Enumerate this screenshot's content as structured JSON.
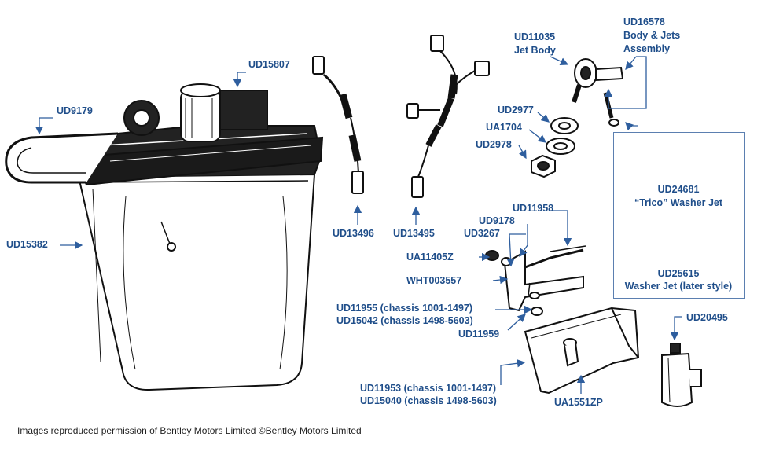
{
  "colors": {
    "label": "#1f4e8a",
    "arrow": "#2e5e9e",
    "ink": "#111111"
  },
  "labels": {
    "ud15807": "UD15807",
    "ud9179": "UD9179",
    "ud15382": "UD15382",
    "ud13496": "UD13496",
    "ud13495": "UD13495",
    "ud11035": "UD11035",
    "jet_body": "Jet Body",
    "ud16578": "UD16578",
    "body_jets": "Body & Jets",
    "assembly": "Assembly",
    "ud2977": "UD2977",
    "ua1704": "UA1704",
    "ud2978": "UD2978",
    "ud24681": "UD24681",
    "trico": "“Trico” Washer Jet",
    "ud25615": "UD25615",
    "washer_later": "Washer Jet (later style)",
    "ud11958": "UD11958",
    "ud9178": "UD9178",
    "ud3267": "UD3267",
    "ua11405z": "UA11405Z",
    "wht003557": "WHT003557",
    "ud11955": "UD11955 (chassis 1001-1497)",
    "ud15042": "UD15042 (chassis 1498-5603)",
    "ud11959": "UD11959",
    "ud20495": "UD20495",
    "ud11953": "UD11953 (chassis 1001-1497)",
    "ud15040": "UD15040 (chassis 1498-5603)",
    "ua1551zp": "UA1551ZP"
  },
  "credit": "Images reproduced permission of Bentley Motors Limited ©Bentley Motors Limited"
}
